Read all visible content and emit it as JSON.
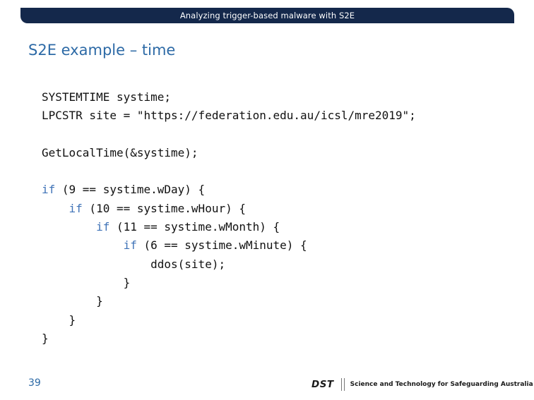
{
  "header": {
    "title": "Analyzing trigger-based malware with S2E"
  },
  "slide": {
    "title": "S2E example – time"
  },
  "code": {
    "lines": [
      {
        "indent": "",
        "keyword": "",
        "text": "SYSTEMTIME systime;"
      },
      {
        "indent": "",
        "keyword": "",
        "text": "LPCSTR site = \"https://federation.edu.au/icsl/mre2019\";"
      },
      {
        "indent": "",
        "keyword": "",
        "text": ""
      },
      {
        "indent": "",
        "keyword": "",
        "text": "GetLocalTime(&systime);"
      },
      {
        "indent": "",
        "keyword": "",
        "text": ""
      },
      {
        "indent": "",
        "keyword": "if",
        "text": " (9 == systime.wDay) {"
      },
      {
        "indent": "    ",
        "keyword": "if",
        "text": " (10 == systime.wHour) {"
      },
      {
        "indent": "        ",
        "keyword": "if",
        "text": " (11 == systime.wMonth) {"
      },
      {
        "indent": "            ",
        "keyword": "if",
        "text": " (6 == systime.wMinute) {"
      },
      {
        "indent": "                ",
        "keyword": "",
        "text": "ddos(site);"
      },
      {
        "indent": "            ",
        "keyword": "",
        "text": "}"
      },
      {
        "indent": "        ",
        "keyword": "",
        "text": "}"
      },
      {
        "indent": "    ",
        "keyword": "",
        "text": "}"
      },
      {
        "indent": "",
        "keyword": "",
        "text": "}"
      }
    ]
  },
  "footer": {
    "page_number": "39",
    "logo_text": "DST",
    "tagline": "Science and Technology for Safeguarding Australia"
  },
  "colors": {
    "header_bar": "#14284b",
    "title_blue": "#2d6aa6",
    "keyword_blue": "#3f73b7"
  }
}
